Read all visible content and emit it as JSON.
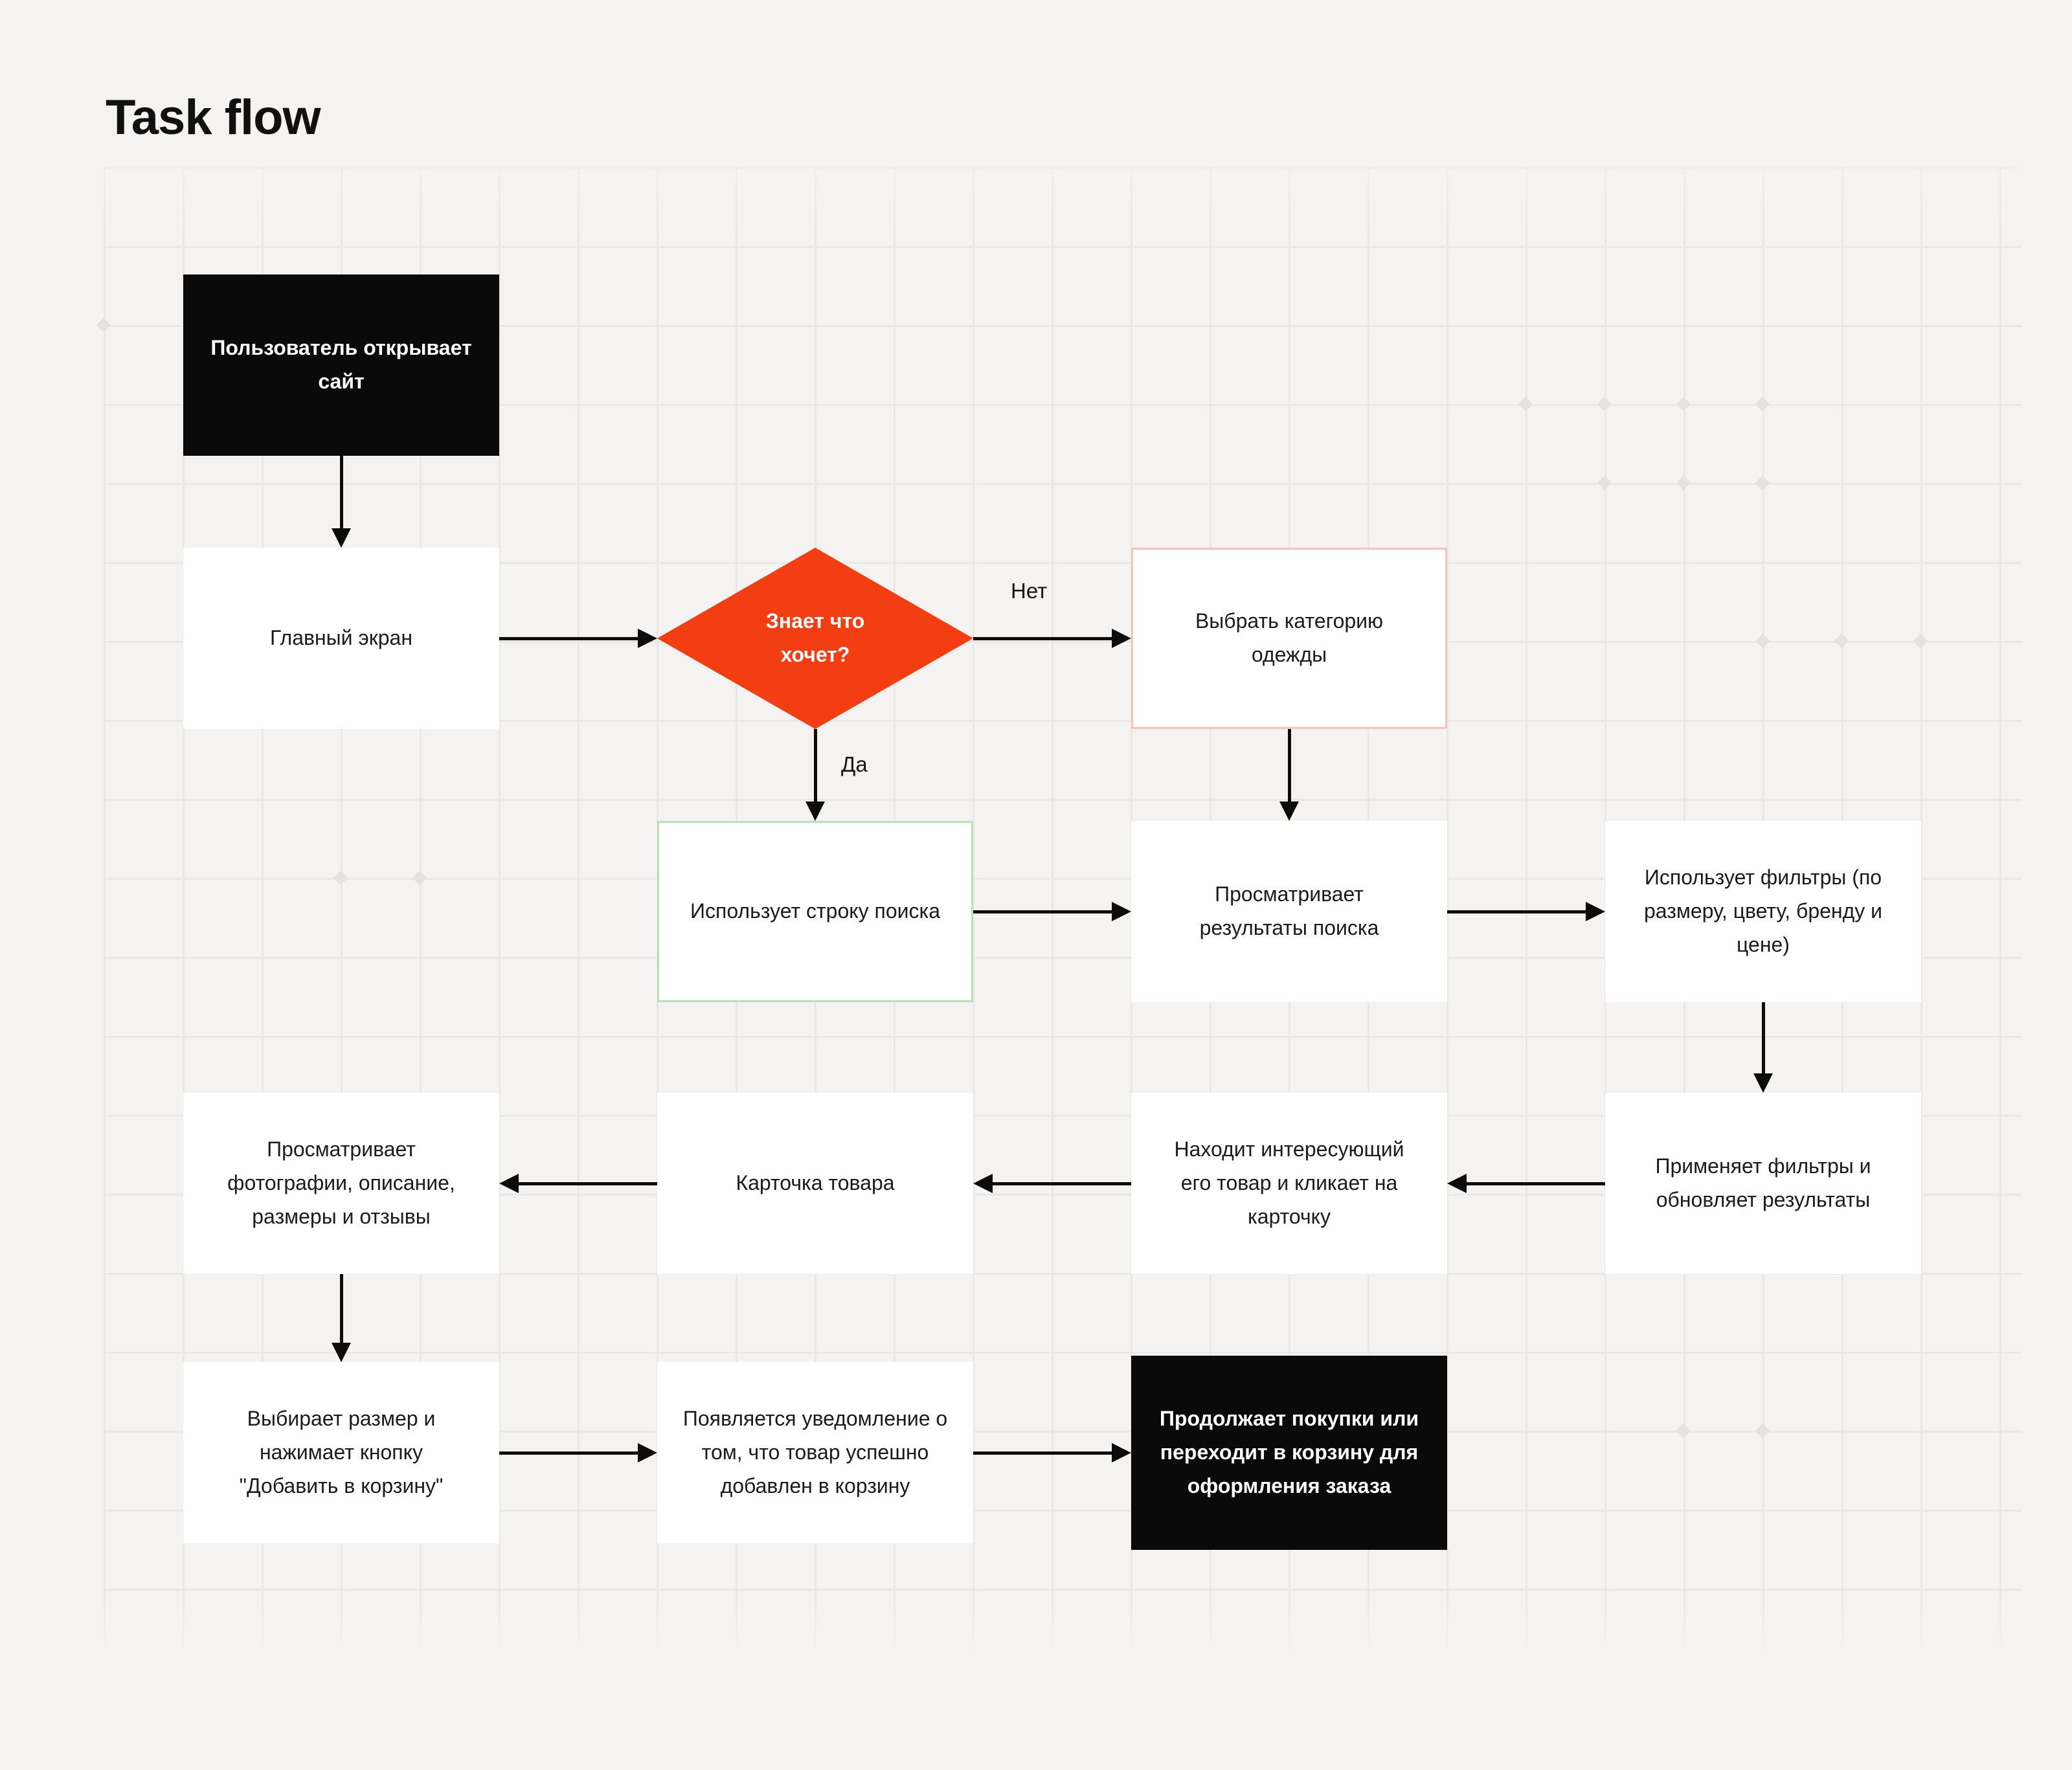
{
  "page": {
    "title": "Task flow"
  },
  "colors": {
    "background": "#F4F3F1",
    "grid_line": "#E9E8E6",
    "grid_dot": "#E4E3E1",
    "node_white": "#FFFFFF",
    "node_black": "#0A0A0A",
    "decision_orange": "#F33E13",
    "outline_pink": "#F9C2BA",
    "outline_green": "#BFE0B6",
    "arrow_black": "#0C0C0C",
    "text_dark": "#1B1B1B",
    "text_light": "#FFFFFF"
  },
  "flow": {
    "nodes": [
      {
        "id": "open-site",
        "type": "solid",
        "col": 1,
        "row": 1,
        "label": "Пользователь открывает\nсайт"
      },
      {
        "id": "home-screen",
        "type": "plain",
        "col": 1,
        "row": 2,
        "label": "Главный экран"
      },
      {
        "id": "knows-what",
        "type": "decision",
        "col": 2,
        "row": 2,
        "label": "Знает что\nхочет?"
      },
      {
        "id": "choose-category",
        "type": "outline-pink",
        "col": 3,
        "row": 2,
        "label": "Выбрать категорию\nодежды"
      },
      {
        "id": "search-bar",
        "type": "outline-green",
        "col": 2,
        "row": 3,
        "label": "Использует строку поиска"
      },
      {
        "id": "view-results",
        "type": "plain",
        "col": 3,
        "row": 3,
        "label": "Просматривает\nрезультаты поиска"
      },
      {
        "id": "use-filters",
        "type": "plain",
        "col": 4,
        "row": 3,
        "label": "Использует фильтры (по\nразмеру, цвету, бренду и\nцене)"
      },
      {
        "id": "apply-filters",
        "type": "plain",
        "col": 4,
        "row": 4,
        "label": "Применяет фильтры и\nобновляет результаты"
      },
      {
        "id": "finds-item",
        "type": "plain",
        "col": 3,
        "row": 4,
        "label": "Находит интересующий\nего товар и кликает на\nкарточку"
      },
      {
        "id": "product-card",
        "type": "plain",
        "col": 2,
        "row": 4,
        "label": "Карточка товара"
      },
      {
        "id": "views-photos",
        "type": "plain",
        "col": 1,
        "row": 4,
        "label": "Просматривает\nфотографии, описание,\nразмеры и отзывы"
      },
      {
        "id": "select-size",
        "type": "plain",
        "col": 1,
        "row": 5,
        "label": "Выбирает размер и\nнажимает кнопку\n\"Добавить в корзину\""
      },
      {
        "id": "notification",
        "type": "plain",
        "col": 2,
        "row": 5,
        "label": "Появляется уведомление о\nтом, что товар успешно\nдобавлен в корзину"
      },
      {
        "id": "continue-shopping",
        "type": "solid",
        "tall": true,
        "col": 3,
        "row": 5,
        "label": "Продолжает покупки или\nпереходит в корзину для\nоформления заказа"
      }
    ],
    "edges": [
      {
        "from": "open-site",
        "to": "home-screen",
        "dir": "down"
      },
      {
        "from": "home-screen",
        "to": "knows-what",
        "dir": "right"
      },
      {
        "from": "knows-what",
        "to": "choose-category",
        "dir": "right",
        "label": "Нет"
      },
      {
        "from": "knows-what",
        "to": "search-bar",
        "dir": "down",
        "label": "Да"
      },
      {
        "from": "choose-category",
        "to": "view-results",
        "dir": "down"
      },
      {
        "from": "search-bar",
        "to": "view-results",
        "dir": "right"
      },
      {
        "from": "view-results",
        "to": "use-filters",
        "dir": "right"
      },
      {
        "from": "use-filters",
        "to": "apply-filters",
        "dir": "down"
      },
      {
        "from": "apply-filters",
        "to": "finds-item",
        "dir": "left"
      },
      {
        "from": "finds-item",
        "to": "product-card",
        "dir": "left"
      },
      {
        "from": "product-card",
        "to": "views-photos",
        "dir": "left"
      },
      {
        "from": "views-photos",
        "to": "select-size",
        "dir": "down"
      },
      {
        "from": "select-size",
        "to": "notification",
        "dir": "right"
      },
      {
        "from": "notification",
        "to": "continue-shopping",
        "dir": "right"
      }
    ],
    "dots": [
      [
        18,
        3
      ],
      [
        19,
        3
      ],
      [
        20,
        3
      ],
      [
        21,
        3
      ],
      [
        19,
        4
      ],
      [
        20,
        4
      ],
      [
        21,
        4
      ],
      [
        21,
        6
      ],
      [
        22,
        6
      ],
      [
        23,
        6
      ],
      [
        0,
        2
      ],
      [
        3,
        9
      ],
      [
        4,
        9
      ],
      [
        20,
        16
      ],
      [
        21,
        16
      ]
    ]
  }
}
